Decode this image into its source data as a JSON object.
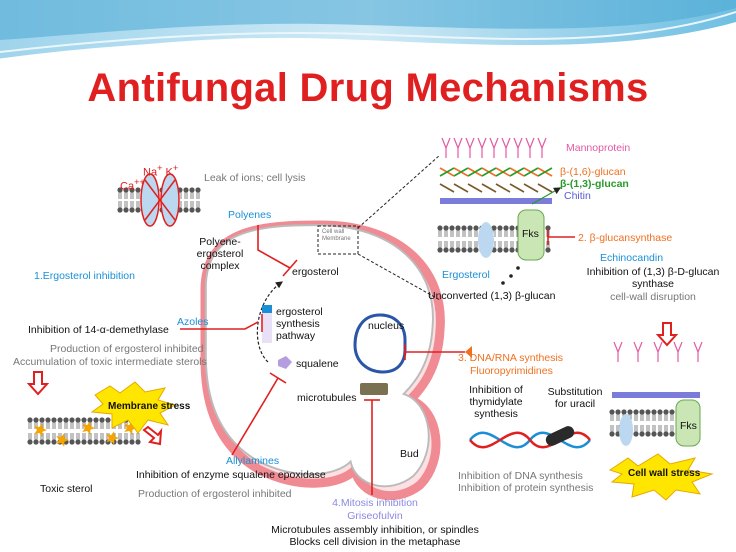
{
  "title": "Antifungal Drug Mechanisms",
  "ions": {
    "na": "Na",
    "k": "K",
    "ca": "Ca",
    "plus": "+",
    "plusplus": "++"
  },
  "leak": "Leak of ions; cell lysis",
  "polyenes": "Polyenes",
  "polyene_complex": [
    "Polyene-",
    "ergosterol",
    "complex"
  ],
  "ergosterol_inhibition": "1.Ergosterol inhibition",
  "ergosterol": "ergosterol",
  "pathway": [
    "ergosterol",
    "synthesis",
    "pathway"
  ],
  "squalene": "squalene",
  "azoles": "Azoles",
  "inhibition_14": "Inhibition of 14-α-demethylase",
  "production_inhibited": "Production of ergosterol inhibited",
  "accumulation": "Accumulation of toxic intermediate sterols",
  "membrane_stress": "Membrane stress",
  "toxic_sterol": "Toxic sterol",
  "allylamines": "Allylamines",
  "inhibition_squalene": "Inhibition of enzyme squalene epoxidase",
  "production_inhibited2": "Production of ergosterol inhibited",
  "nucleus": "nucleus",
  "microtubules": "microtubules",
  "bud": "Bud",
  "cell_wall_membrane": [
    "Cell wall",
    "Membrane"
  ],
  "mitosis": "4.Mitosis inhibition",
  "griseofulvin": "Griseofulvin",
  "mitosis_desc": [
    "Microtubules assembly inhibition, or spindles",
    "Blocks cell division in the metaphase"
  ],
  "dna": "3. DNA/RNA synthesis",
  "fluoro": "Fluoropyrimidines",
  "thymidylate": [
    "Inhibition of",
    "thymidylate",
    "synthesis"
  ],
  "uracil": [
    "Substitution",
    "for uracil"
  ],
  "dna_inhib": [
    "Inhibition of DNA synthesis",
    "Inhibition of protein synthesis"
  ],
  "wall_layers": {
    "mannoprotein": "Mannoprotein",
    "b16": "β-(1,6)-glucan",
    "b13": "β-(1,3)-glucan",
    "chitin": "Chitin"
  },
  "fks": "Fks",
  "glucansynthase": "2. β-glucansynthase",
  "echinocandin": "Echinocandin",
  "echino_desc": [
    "Inhibition of (1,3) β-D-glucan",
    "synthase"
  ],
  "wall_disruption": "cell-wall disruption",
  "ergosterol_label": "Ergosterol",
  "unconverted": "Unconverted (1,3) β-glucan",
  "cell_wall_stress": "Cell wall stress",
  "colors": {
    "title": "#e02020",
    "blue": "#1a8fd6",
    "orange": "#f07020",
    "red": "#e02020",
    "lavender": "#8a8ae0",
    "green": "#2a9a2a",
    "pink": "#e35aa0",
    "gray": "#777777"
  }
}
